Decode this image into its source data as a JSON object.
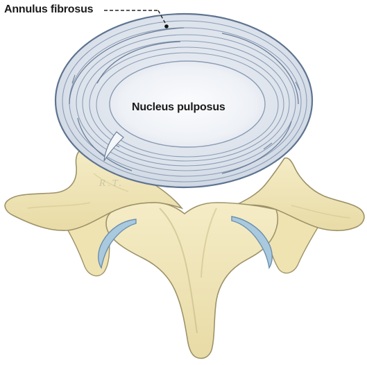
{
  "labels": {
    "annulus": "Annulus fibrosus",
    "nucleus": "Nucleus pulposus"
  },
  "artist_signature": "R.T.",
  "colors": {
    "bone_fill": "#f2e8bf",
    "bone_shade": "#ddd09a",
    "bone_outline": "#9c9268",
    "disc_fill": "#dfe5ee",
    "disc_rings": "#5d7390",
    "nucleus_fill": "#f1f3f8",
    "cartilage_fill": "#a9c9de",
    "cartilage_outline": "#6b8fae",
    "leader_line": "#222222"
  }
}
